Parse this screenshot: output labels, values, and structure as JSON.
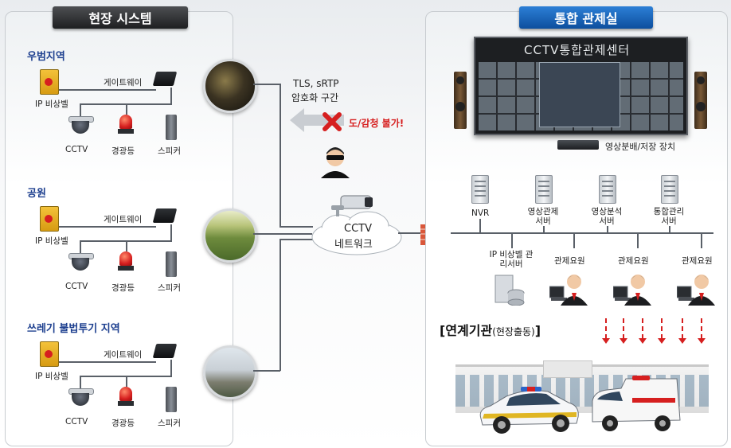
{
  "left_panel": {
    "title": "현장 시스템",
    "zones": [
      {
        "name": "우범지역",
        "gateway": "게이트웨이",
        "ip_bell": "IP 비상벨",
        "cctv": "CCTV",
        "warning_light": "경광등",
        "speaker": "스피커"
      },
      {
        "name": "공원",
        "gateway": "게이트웨이",
        "ip_bell": "IP 비상벨",
        "cctv": "CCTV",
        "warning_light": "경광등",
        "speaker": "스피커"
      },
      {
        "name": "쓰레기 불법투기 지역",
        "gateway": "게이트웨이",
        "ip_bell": "IP 비상벨",
        "cctv": "CCTV",
        "warning_light": "경광등",
        "speaker": "스피커"
      }
    ]
  },
  "middle": {
    "encryption_label_1": "TLS, sRTP",
    "encryption_label_2": "암호화 구간",
    "blocked_label": "도/감청 불가!",
    "network_label_1": "CCTV",
    "network_label_2": "네트워크"
  },
  "right_panel": {
    "title": "통합 관제실",
    "video_wall_title": "CCTV통합관제센터",
    "distributor_label": "영상분배/저장 장치",
    "servers": [
      {
        "label": "NVR"
      },
      {
        "label": "영상관제 서버"
      },
      {
        "label": "영상분석 서버"
      },
      {
        "label": "통합관리 서버"
      }
    ],
    "ip_bell_server": "IP 비상벨 관리서버",
    "operators": [
      "관제요원",
      "관제요원",
      "관제요원"
    ],
    "agency_title": "[연계기관",
    "agency_sub": "(현장출동)",
    "agency_close": "]"
  },
  "colors": {
    "zone_title": "#1d3f8f",
    "blocked": "#d61f1f",
    "header_dark": "#2a2b2d",
    "header_blue": "#0d4f9e"
  }
}
